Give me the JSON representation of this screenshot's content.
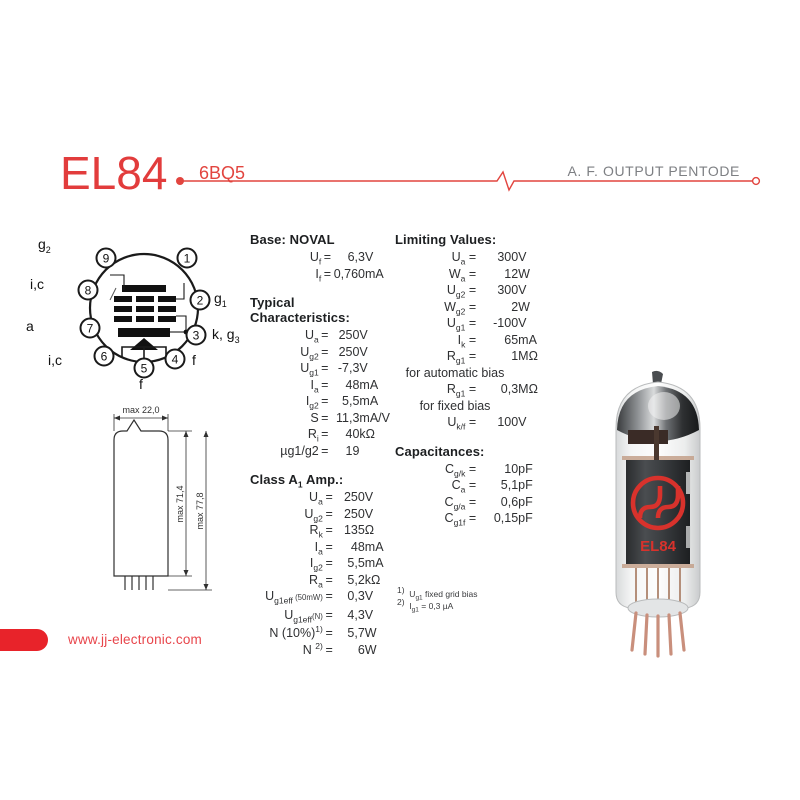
{
  "header": {
    "title": "EL84",
    "alt_name": "6BQ5",
    "subtitle": "A. F. OUTPUT PENTODE",
    "accent_color": "#e23c3c"
  },
  "pin_diagram": {
    "name": "noval-base-pinout",
    "pins": [
      {
        "number": "1",
        "label": ""
      },
      {
        "number": "2",
        "label": "g1"
      },
      {
        "number": "3",
        "label": "k, g3"
      },
      {
        "number": "4",
        "label": "f"
      },
      {
        "number": "5",
        "label": "f"
      },
      {
        "number": "6",
        "label": "i,c"
      },
      {
        "number": "7",
        "label": "a"
      },
      {
        "number": "8",
        "label": "i,c"
      },
      {
        "number": "9",
        "label": "g2"
      }
    ]
  },
  "dimensions": {
    "width_label": "max 22,0",
    "height_label": "max 71,4",
    "total_height_label": "max 77,8"
  },
  "base": {
    "heading": "Base: NOVAL",
    "rows": [
      {
        "sym": "Uf",
        "eq": "=",
        "val": "6,3",
        "unit": "V"
      },
      {
        "sym": "If",
        "eq": "=",
        "val": "0,760",
        "unit": "mA"
      }
    ]
  },
  "typical": {
    "heading": "Typical Characteristics:",
    "rows": [
      {
        "sym": "Ua",
        "eq": "=",
        "val": "250",
        "unit": "V"
      },
      {
        "sym": "Ug2",
        "eq": "=",
        "val": "250",
        "unit": "V"
      },
      {
        "sym": "Ug1",
        "eq": "=",
        "val": "-7,3",
        "unit": "V"
      },
      {
        "sym": "Ia",
        "eq": "=",
        "val": "48",
        "unit": "mA"
      },
      {
        "sym": "Ig2",
        "eq": "=",
        "val": "5,5",
        "unit": "mA"
      },
      {
        "sym": "S",
        "eq": "=",
        "val": "11,3",
        "unit": "mA/V"
      },
      {
        "sym": "Ri",
        "eq": "=",
        "val": "40",
        "unit": "kΩ"
      },
      {
        "sym": "µg1/g2",
        "eq": "=",
        "val": "19",
        "unit": ""
      }
    ]
  },
  "class_a": {
    "heading": "Class A1 Amp.:",
    "rows": [
      {
        "sym": "Ua",
        "eq": "=",
        "val": "250",
        "unit": "V"
      },
      {
        "sym": "Ug2",
        "eq": "=",
        "val": "250",
        "unit": "V"
      },
      {
        "sym": "Rk",
        "eq": "=",
        "val": "135",
        "unit": "Ω"
      },
      {
        "sym": "Ia",
        "eq": "=",
        "val": "48",
        "unit": "mA"
      },
      {
        "sym": "Ig2",
        "eq": "=",
        "val": "5,5",
        "unit": "mA"
      },
      {
        "sym": "Ra",
        "eq": "=",
        "val": "5,2",
        "unit": "kΩ"
      },
      {
        "sym": "Ug1eff (50mW)",
        "eq": "=",
        "val": "0,3",
        "unit": "V"
      },
      {
        "sym": "Ug1eff(N)",
        "eq": "=",
        "val": "4,3",
        "unit": "V"
      },
      {
        "sym": "N (10%)1)",
        "eq": "=",
        "val": "5,7",
        "unit": "W"
      },
      {
        "sym": "N 2)",
        "eq": "=",
        "val": "6",
        "unit": "W"
      }
    ]
  },
  "limiting": {
    "heading": "Limiting Values:",
    "rows": [
      {
        "sym": "Ua",
        "eq": "=",
        "val": "300",
        "unit": "V"
      },
      {
        "sym": "Wa",
        "eq": "=",
        "val": "12",
        "unit": "W"
      },
      {
        "sym": "Ug2",
        "eq": "=",
        "val": "300",
        "unit": "V"
      },
      {
        "sym": "Wg2",
        "eq": "=",
        "val": "2",
        "unit": "W"
      },
      {
        "sym": "Ug1",
        "eq": "=",
        "val": "-100",
        "unit": "V"
      },
      {
        "sym": "Ik",
        "eq": "=",
        "val": "65",
        "unit": "mA"
      },
      {
        "sym": "Rg1",
        "eq": "=",
        "val": "1",
        "unit": "MΩ",
        "note": "for automatic bias"
      },
      {
        "sym": "Rg1",
        "eq": "=",
        "val": "0,3",
        "unit": "MΩ",
        "note": "for fixed bias"
      },
      {
        "sym": "Uk/f",
        "eq": "=",
        "val": "100",
        "unit": "V"
      }
    ]
  },
  "capacitances": {
    "heading": "Capacitances:",
    "rows": [
      {
        "sym": "Cg/k",
        "eq": "=",
        "val": "10",
        "unit": "pF"
      },
      {
        "sym": "Ca",
        "eq": "=",
        "val": "5,1",
        "unit": "pF"
      },
      {
        "sym": "Cg/a",
        "eq": "=",
        "val": "0,6",
        "unit": "pF"
      },
      {
        "sym": "Cg1f",
        "eq": "=",
        "val": "0,15",
        "unit": "pF"
      }
    ]
  },
  "footnotes": {
    "one": "1)  Ug1 fixed grid bias",
    "two": "2)  Ig1 = 0,3 µA"
  },
  "tube_photo": {
    "brand_mark": "JJ",
    "type_mark": "EL84"
  },
  "footer": {
    "url": "www.jj-electronic.com",
    "bar_color": "#e8232a",
    "url_color": "#e8454b"
  }
}
